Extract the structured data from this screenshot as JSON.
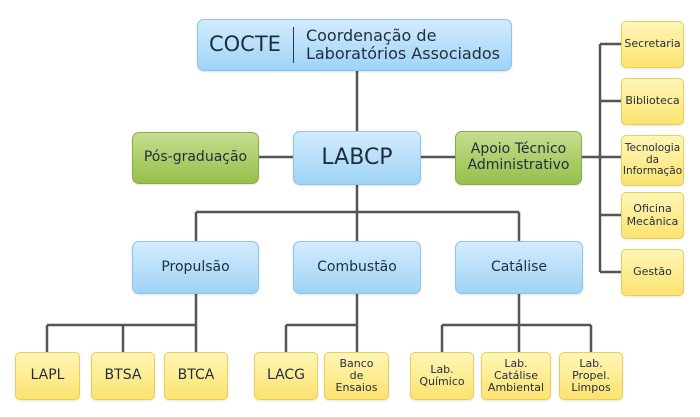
{
  "top": {
    "abbr": "COCTE",
    "full": "Coordenação de\nLaboratórios Associados"
  },
  "center": {
    "label": "LABCP"
  },
  "left_unit": {
    "label": "Pós-graduação"
  },
  "right_unit": {
    "label": "Apoio Técnico\nAdministrativo"
  },
  "support": [
    "Secretaria",
    "Biblioteca",
    "Tecnologia\nda\nInformação",
    "Oficina\nMecânica",
    "Gestão"
  ],
  "divisions": [
    {
      "label": "Propulsão",
      "labs": [
        "LAPL",
        "BTSA",
        "BTCA"
      ]
    },
    {
      "label": "Combustão",
      "labs": [
        "LACG",
        "Banco\nde\nEnsaios"
      ]
    },
    {
      "label": "Catálise",
      "labs": [
        "Lab.\nQuímico",
        "Lab.\nCatálise\nAmbiental",
        "Lab.\nPropel.\nLimpos"
      ]
    }
  ],
  "colors": {
    "line": "#555555",
    "blue": "#a9d8f7",
    "green": "#9fc451",
    "yellow": "#fbe67e"
  }
}
